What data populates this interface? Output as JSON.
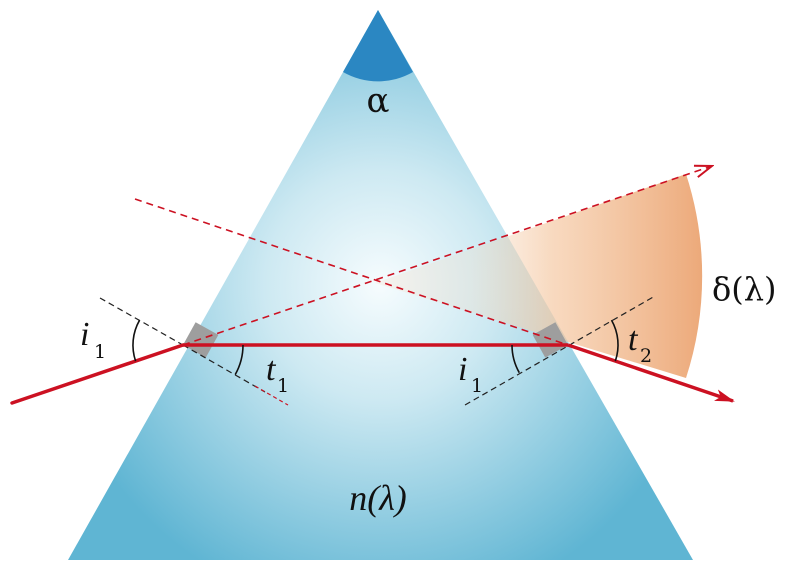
{
  "labels": {
    "apex_angle": "α",
    "deviation": "δ(λ)",
    "refractive_index": "n(λ)",
    "incidence_1": "i",
    "incidence_1_sub": "1",
    "refraction_1": "t",
    "refraction_1_sub": "1",
    "incidence_2": "i",
    "incidence_2_sub": "1",
    "refraction_2": "t",
    "refraction_2_sub": "2"
  },
  "colors": {
    "prism_center": "#f4fbfd",
    "prism_edge": "#5fb5d3",
    "apex_arc": "#2b87c2",
    "ray": "#cc1122",
    "deviation_fan": "#f0b184",
    "right_angle_marker": "#9e9e9e",
    "normal_line": "#222222"
  }
}
